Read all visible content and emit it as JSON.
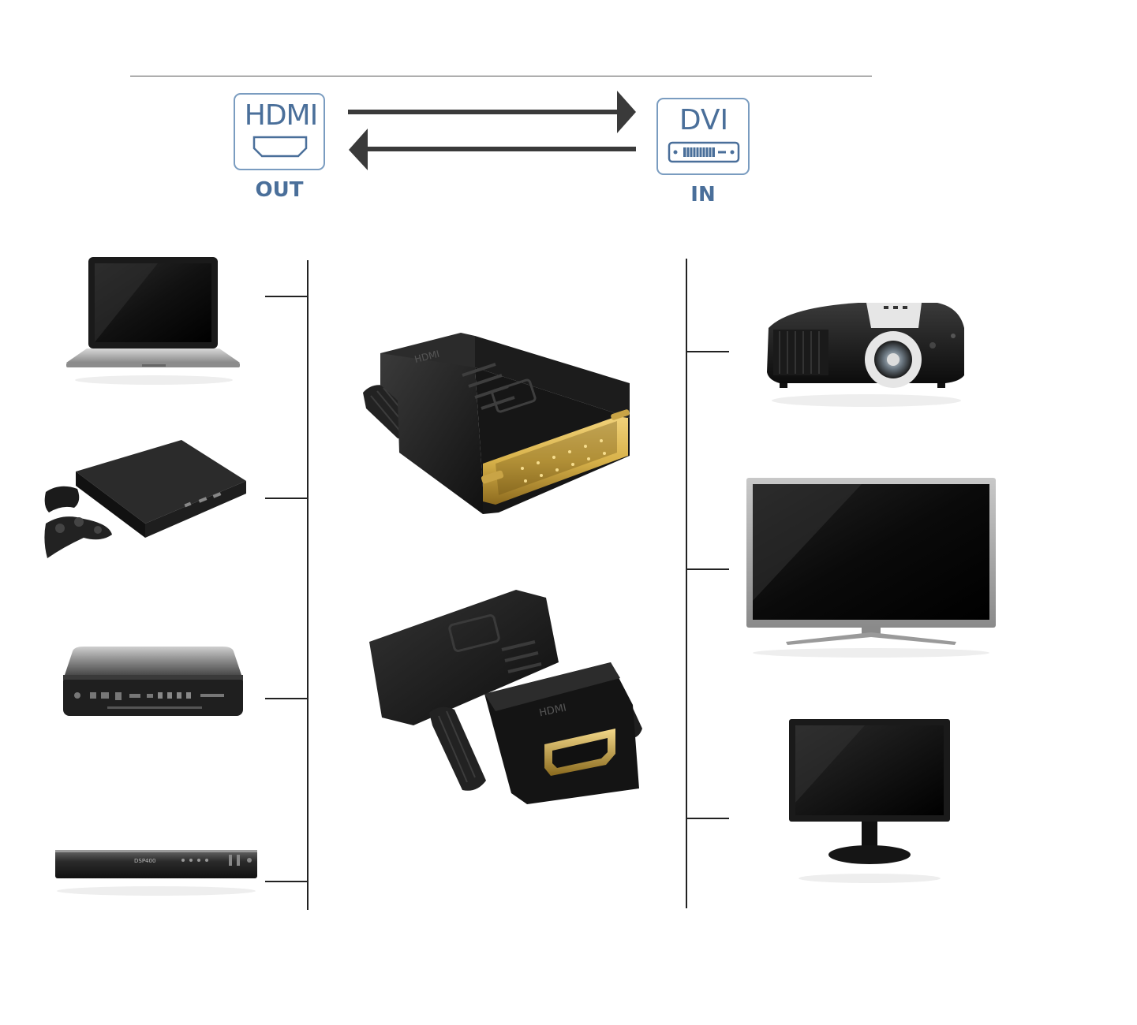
{
  "header": {
    "source": {
      "name": "HDMI",
      "direction": "OUT"
    },
    "target": {
      "name": "DVI",
      "direction": "IN"
    }
  },
  "colors": {
    "label_blue": "#4a6f9a",
    "arrow": "#3a3a3a",
    "connector_black": "#1c1c1c",
    "gold": "#d8b24a"
  },
  "source_devices": [
    "laptop-icon",
    "game-console-icon",
    "mini-pc-icon",
    "dvd-player-icon"
  ],
  "target_devices": [
    "projector-icon",
    "television-icon",
    "monitor-icon"
  ],
  "dvd_display_text": "DSP400"
}
